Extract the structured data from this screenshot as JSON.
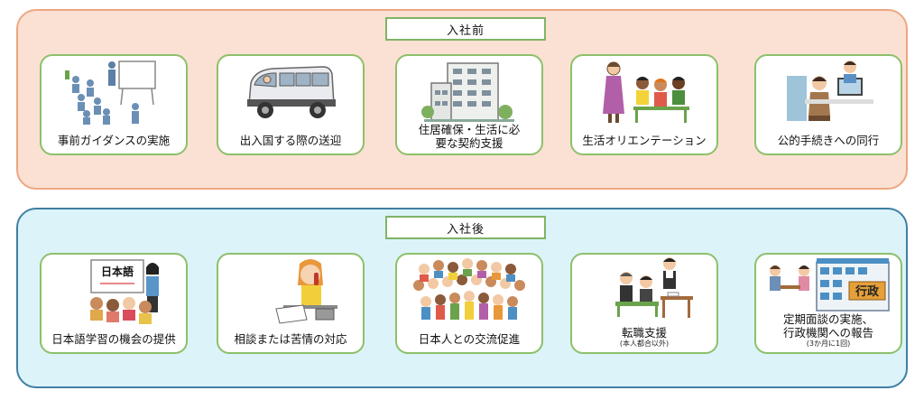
{
  "pre": {
    "title": "入社前",
    "items": [
      {
        "label": "事前ガイダンスの実施"
      },
      {
        "label": "出入国する際の送迎"
      },
      {
        "label_line1": "住居確保・生活に必",
        "label_line2": "要な契約支援"
      },
      {
        "label": "生活オリエンテーション"
      },
      {
        "label": "公的手続きへの同行"
      }
    ]
  },
  "post": {
    "title": "入社後",
    "items": [
      {
        "label": "日本語学習の機会の提供"
      },
      {
        "label": "相談または苦情の対応"
      },
      {
        "label": "日本人との交流促進"
      },
      {
        "label": "転職支援",
        "note": "(本人都合以外)"
      },
      {
        "label_line1": "定期面談の実施、",
        "label_line2": "行政機関への報告",
        "note": "(3か月に1回)"
      }
    ]
  },
  "illustration_text": {
    "whiteboard": "日本語",
    "office_sign": "行政"
  }
}
